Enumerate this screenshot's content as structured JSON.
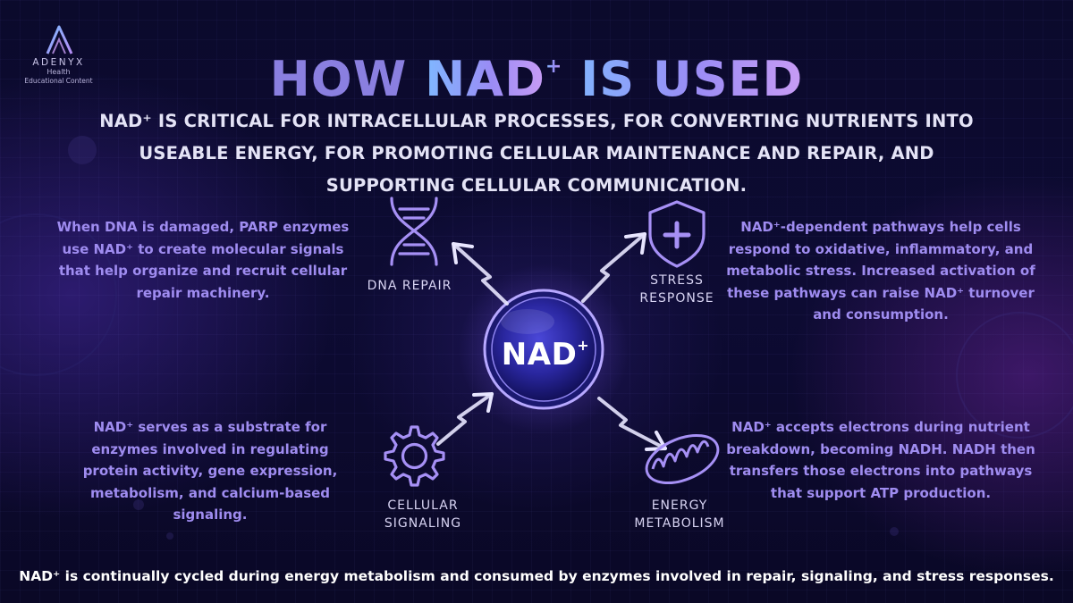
{
  "logo": {
    "name": "ADENYX",
    "sub": "Health",
    "tagline": "Educational Content"
  },
  "title": {
    "part1": "HOW ",
    "part2": "NAD",
    "sup": "+",
    "part3": " IS USED"
  },
  "subtitle": "NAD⁺ IS CRITICAL FOR INTRACELLULAR PROCESSES, FOR CONVERTING NUTRIENTS INTO USEABLE ENERGY, FOR PROMOTING CELLULAR MAINTENANCE AND REPAIR, AND SUPPORTING CELLULAR COMMUNICATION.",
  "center": {
    "label": "NAD",
    "sup": "+"
  },
  "nodes": {
    "dna_repair": "DNA REPAIR",
    "stress_response": "STRESS RESPONSE",
    "cellular_signaling": "CELLULAR SIGNALING",
    "energy_metabolism": "ENERGY METABOLISM"
  },
  "descriptions": {
    "dna_repair": "When DNA is damaged, PARP enzymes use NAD⁺ to create molecular signals that help organize and recruit cellular repair machinery.",
    "stress_response": "NAD⁺-dependent pathways help cells respond to oxidative, inflammatory, and metabolic stress. Increased activation of these pathways can raise NAD⁺ turnover and consumption.",
    "cellular_signaling": "NAD⁺ serves as a substrate for enzymes involved in regulating protein activity, gene expression, metabolism, and calcium-based signaling.",
    "energy_metabolism": "NAD⁺ accepts electrons during nutrient breakdown, becoming NADH. NADH then transfers those electrons into pathways that support ATP production."
  },
  "footer": "NAD⁺ is continually cycled during energy metabolism and consumed by enzymes involved in repair, signaling, and stress responses.",
  "colors": {
    "background": "#0b0a2c",
    "accent_purple": "#9f8cf0",
    "title_blue": "#7fb8ff",
    "title_violet": "#c89cf5",
    "icon_stroke": "#a690f5",
    "sphere": "#2c2aa8"
  },
  "icons": [
    "dna-helix-icon",
    "shield-plus-icon",
    "gear-icon",
    "mitochondrion-icon",
    "adenyx-logo"
  ]
}
